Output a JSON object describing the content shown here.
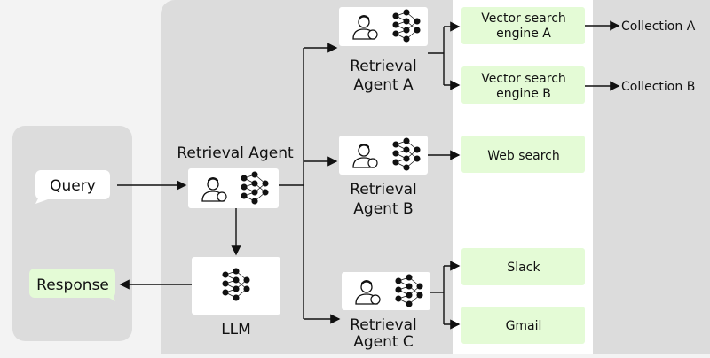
{
  "colors": {
    "background": "#f3f3f3",
    "panel": "#dcdcdc",
    "box": "#ffffff",
    "tool": "#e4fbd6",
    "response": "#e4fbd6"
  },
  "left": {
    "query": "Query",
    "response": "Response"
  },
  "main_agent": {
    "label": "Retrieval Agent",
    "icons": [
      "person-gear-icon",
      "neural-network-icon"
    ]
  },
  "llm": {
    "label": "LLM",
    "icon": "neural-network-icon"
  },
  "agents": [
    {
      "line1": "Retrieval",
      "line2": "Agent A"
    },
    {
      "line1": "Retrieval",
      "line2": "Agent B"
    },
    {
      "line1": "Retrieval",
      "line2": "Agent C"
    }
  ],
  "tools": [
    {
      "line1": "Vector search",
      "line2": "engine A"
    },
    {
      "line1": "Vector search",
      "line2": "engine B"
    },
    {
      "line1": "Web search",
      "line2": ""
    },
    {
      "line1": "Slack",
      "line2": ""
    },
    {
      "line1": "Gmail",
      "line2": ""
    }
  ],
  "collections": [
    "Collection A",
    "Collection B"
  ]
}
